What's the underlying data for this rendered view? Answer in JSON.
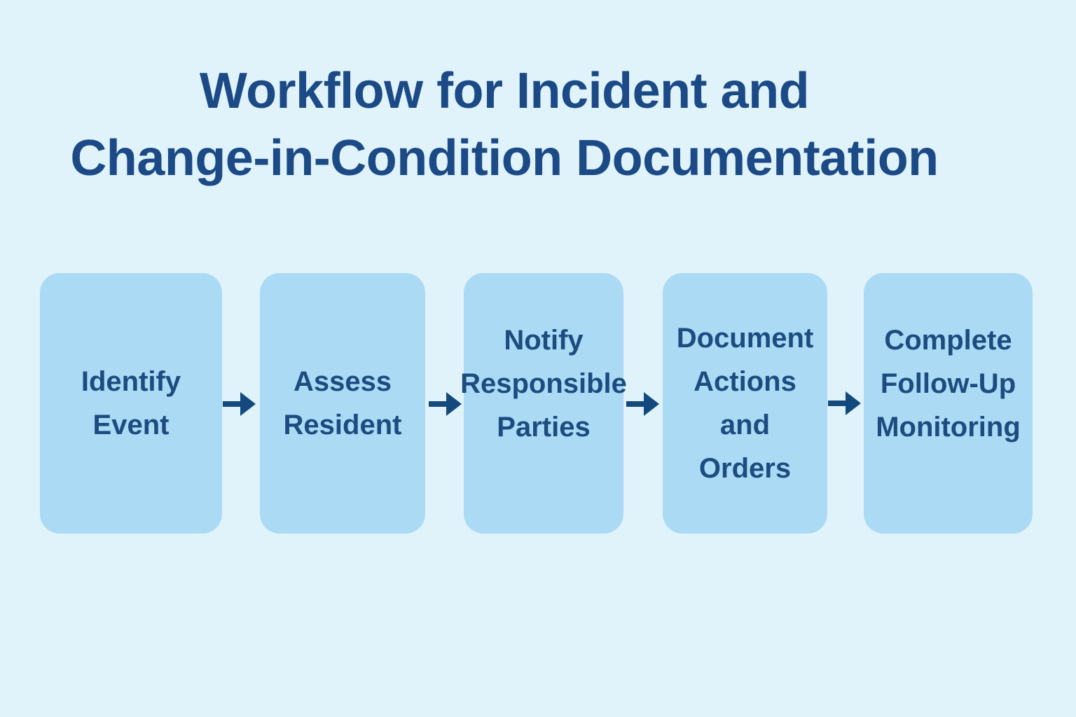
{
  "title": "Workflow for Incident and\nChange-in-Condition Documentation",
  "steps": [
    "Identify\nEvent",
    "Assess\nResident",
    "Notify\nResponsible\nParties",
    "Document\nActions\nand\nOrders",
    "Complete\nFollow-Up\nMonitoring"
  ],
  "icons": {
    "connector": "right-arrow"
  },
  "colors": {
    "background": "#e0f3fb",
    "box-fill": "#abdaf4",
    "title-color": "#1b4a87",
    "step-color": "#1c4c80",
    "arrow-color": "#14497d"
  }
}
